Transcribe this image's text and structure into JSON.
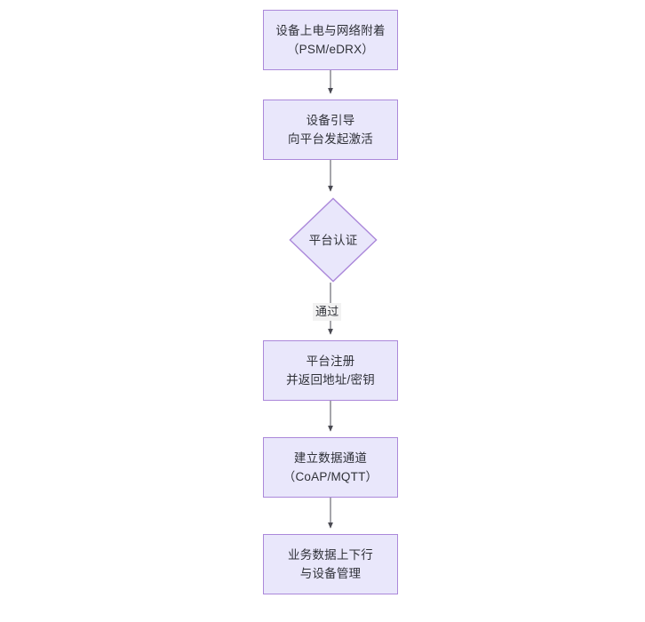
{
  "diagram": {
    "type": "flowchart",
    "orientation": "top-to-bottom",
    "background_color": "#ffffff",
    "node_fill_color": "#e9e7fb",
    "node_border_color": "#ab88da",
    "text_color": "#2f3138",
    "edge_color": "#555555",
    "nodes": [
      {
        "id": "n1",
        "shape": "rectangle",
        "label": "设备上电与网络附着\n（PSM/eDRX）"
      },
      {
        "id": "n2",
        "shape": "rectangle",
        "label": "设备引导\n向平台发起激活"
      },
      {
        "id": "n3",
        "shape": "diamond",
        "label": "平台认证"
      },
      {
        "id": "n4",
        "shape": "rectangle",
        "label": "平台注册\n并返回地址/密钥"
      },
      {
        "id": "n5",
        "shape": "rectangle",
        "label": "建立数据通道\n（CoAP/MQTT）"
      },
      {
        "id": "n6",
        "shape": "rectangle",
        "label": "业务数据上下行\n与设备管理"
      }
    ],
    "edges": [
      {
        "from": "n1",
        "to": "n2",
        "label": ""
      },
      {
        "from": "n2",
        "to": "n3",
        "label": ""
      },
      {
        "from": "n3",
        "to": "n4",
        "label": "通过"
      },
      {
        "from": "n4",
        "to": "n5",
        "label": ""
      },
      {
        "from": "n5",
        "to": "n6",
        "label": ""
      }
    ]
  }
}
